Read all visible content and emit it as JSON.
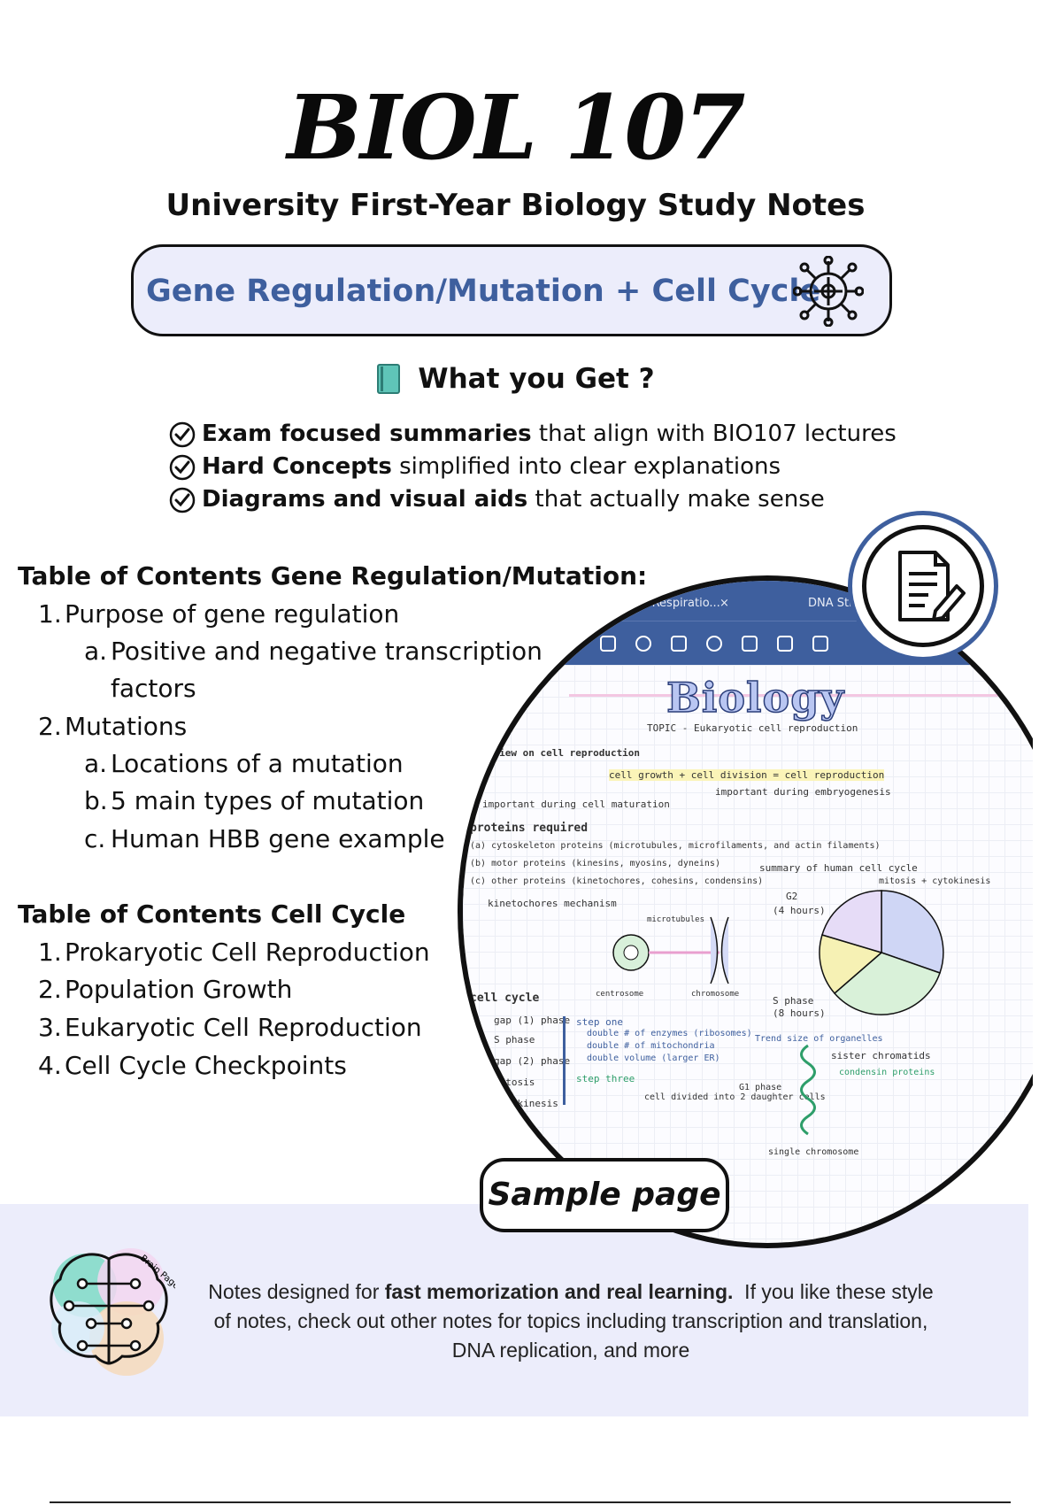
{
  "header": {
    "title": "BIOL 107",
    "subtitle": "University First-Year Biology Study Notes"
  },
  "topic": {
    "label": "Gene Regulation/Mutation + Cell Cycle",
    "icon": "molecule-icon"
  },
  "what_you_get": {
    "title": "What you Get ?",
    "icon": "book-icon",
    "items": [
      {
        "bold": "Exam focused summaries",
        "rest": " that align with BIO107 lectures"
      },
      {
        "bold": "Hard Concepts",
        "rest": " simplified into clear explanations"
      },
      {
        "bold": "Diagrams and visual aids",
        "rest": " that actually make sense"
      }
    ]
  },
  "toc_gene": {
    "heading": "Table of Contents Gene Regulation/Mutation:",
    "items": [
      {
        "num": "1.",
        "text": "Purpose of gene regulation"
      },
      {
        "letter": "a.",
        "text": "Positive and negative transcription"
      },
      {
        "cont": "factors"
      },
      {
        "num": "2.",
        "text": "Mutations"
      },
      {
        "letter": "a.",
        "text": "Locations of a mutation"
      },
      {
        "letter": "b.",
        "text": "5 main types of mutation"
      },
      {
        "letter": "c.",
        "text": "Human HBB gene example"
      }
    ]
  },
  "toc_cycle": {
    "heading": "Table of Contents Cell Cycle",
    "items": [
      {
        "num": "1.",
        "text": "Prokaryotic Cell Reproduction"
      },
      {
        "num": "2.",
        "text": "Population Growth"
      },
      {
        "num": "3.",
        "text": "Eukaryotic Cell Reproduction"
      },
      {
        "num": "4.",
        "text": "Cell Cycle Checkpoints"
      }
    ]
  },
  "preview": {
    "tabs": [
      "Cellular Respiratio...",
      "×",
      "DNA Struct..."
    ],
    "heading": "Biology",
    "topic_line": "TOPIC - Eukaryotic cell reproduction",
    "lines": [
      "overview on cell reproduction",
      "cell growth + cell division = cell reproduction",
      "important during embryogenesis",
      "important during cell maturation",
      "proteins required",
      "(a) cytoskeleton proteins  (microtubules, microfilaments, and actin filaments)",
      "(b) motor proteins  (kinesins, myosins, dyneins)",
      "(c) other proteins (kinetochores, cohesins, condensins)",
      "kinetochores mechanism",
      "summary of human cell cycle",
      "mitosis + cytokinesis",
      "G2",
      "(4 hours)",
      "S phase",
      "(8 hours)",
      "cell cycle",
      "gap (1) phase",
      "S phase",
      "gap (2) phase",
      "mitosis",
      "cytokinesis",
      "step one",
      "double # of enzymes (ribosomes)",
      "double # of mitochondria",
      "double volume (larger ER)",
      "step three",
      "cell divided into 2 daughter cells",
      "G1 phase",
      "sister chromatids",
      "condensin proteins",
      "single chromosome",
      "microtubules",
      "centrosome",
      "chromosome",
      "Trend size of organelles"
    ],
    "label": "Sample page"
  },
  "footer": {
    "bold": "fast memorization and real learning.",
    "pre": "Notes designed for ",
    "post": "  If you like these style of notes, check out other notes for topics including transcription and translation, DNA replication, and more",
    "logo_text": "Brain Page"
  },
  "colors": {
    "accent": "#3e5f9e",
    "pill_bg": "#ecedfb",
    "footer_bg": "#ecedfb"
  }
}
